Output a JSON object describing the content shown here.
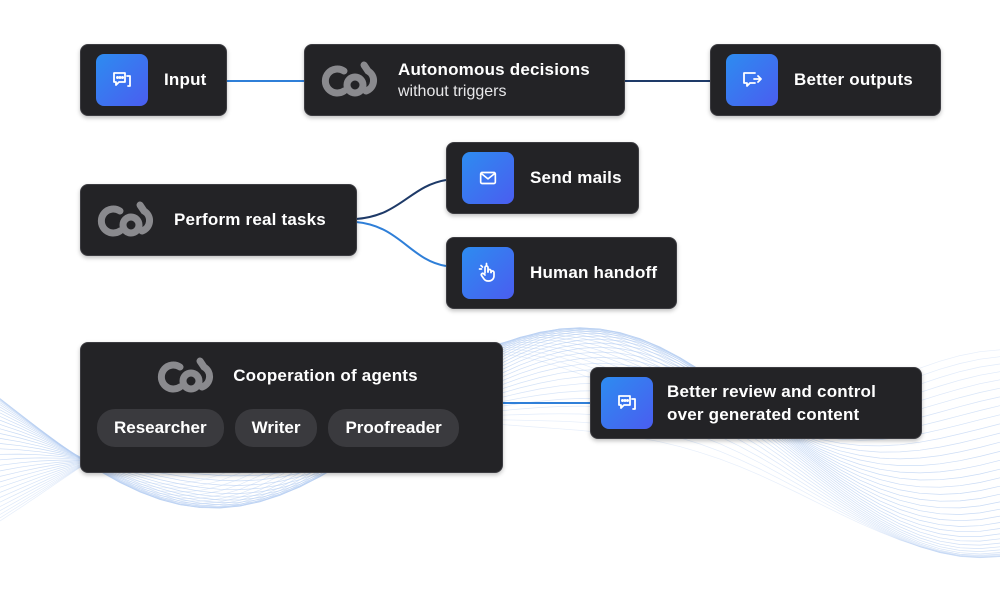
{
  "colors": {
    "node_bg": "#232326",
    "node_border": "#3c3c41",
    "icon_gradient_start": "#2d8cf0",
    "icon_gradient_end": "#4a5df0",
    "connector_blue": "#2f7fd8",
    "connector_dark": "#1e3a68",
    "logo_grey": "#8a8a8e",
    "chip_bg": "#3a3a3e",
    "wave_line": "#b7cff2"
  },
  "row1": {
    "input": {
      "label": "Input",
      "icon": "chat-device-icon"
    },
    "autonomous": {
      "label": "Autonomous decisions",
      "sub": "without triggers",
      "icon": "agent-logo-icon"
    },
    "better_outputs": {
      "label": "Better outputs",
      "icon": "chat-forward-icon"
    }
  },
  "row2": {
    "perform": {
      "label": "Perform real tasks",
      "icon": "agent-logo-icon"
    },
    "send_mails": {
      "label": "Send mails",
      "icon": "mail-icon"
    },
    "human_handoff": {
      "label": "Human handoff",
      "icon": "hand-pointer-icon"
    }
  },
  "row3": {
    "cooperation": {
      "label": "Cooperation of agents",
      "icon": "agent-logo-icon",
      "agents": [
        "Researcher",
        "Writer",
        "Proofreader"
      ]
    },
    "better_review": {
      "line1": "Better review and control",
      "line2": "over generated content",
      "icon": "chat-device-icon"
    }
  }
}
